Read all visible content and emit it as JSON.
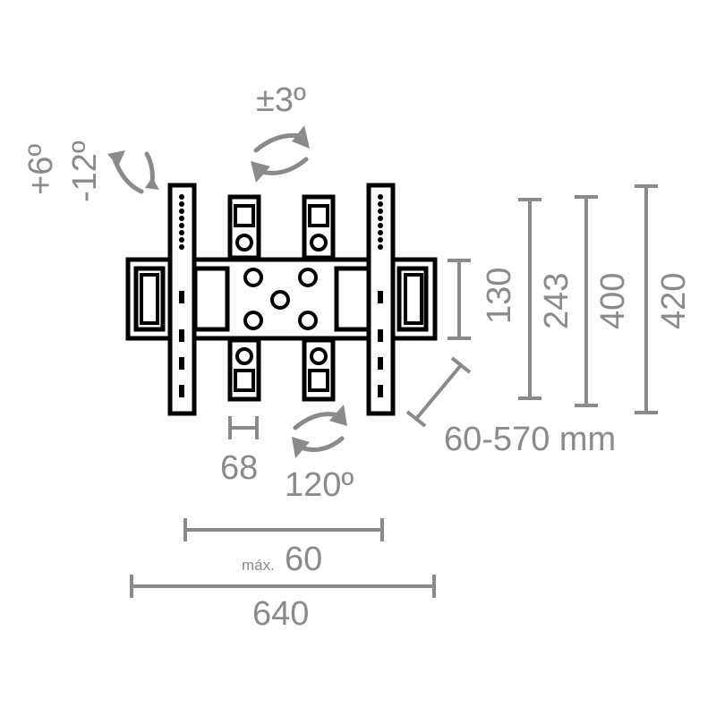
{
  "tilt": {
    "up": "+6º",
    "down": "-12º"
  },
  "swivel_top": "±3º",
  "rotation_bottom": "120º",
  "depth": "60-570 mm",
  "heights": {
    "h130": "130",
    "h243": "243",
    "h400": "400",
    "h420": "420"
  },
  "width_small": "68",
  "width_max_prefix": "máx.",
  "width_max": "60",
  "width_total": "640"
}
